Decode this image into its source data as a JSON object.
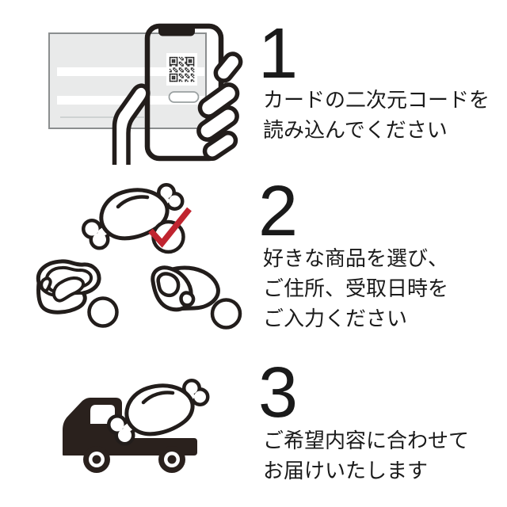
{
  "colors": {
    "ink": "#221d1b",
    "text": "#1a1a1a",
    "check_red": "#c0242f",
    "truck_body": "#2a211d",
    "card_fill": "#e9eaea",
    "card_border": "#8b8e8f",
    "pill_border": "#9aa0a1"
  },
  "steps": [
    {
      "number": "1",
      "text_lines": [
        "カードの二次元コードを",
        "読み込んでください"
      ],
      "illustration": "hand holding smartphone scanning QR code on card"
    },
    {
      "number": "2",
      "text_lines": [
        "好きな商品を選び、",
        "ご住所、受取日時を",
        "ご入力ください"
      ],
      "illustration": "meat products with red check mark selection"
    },
    {
      "number": "3",
      "text_lines": [
        "ご希望内容に合わせて",
        "お届けいたします"
      ],
      "illustration": "delivery truck carrying meat"
    }
  ]
}
